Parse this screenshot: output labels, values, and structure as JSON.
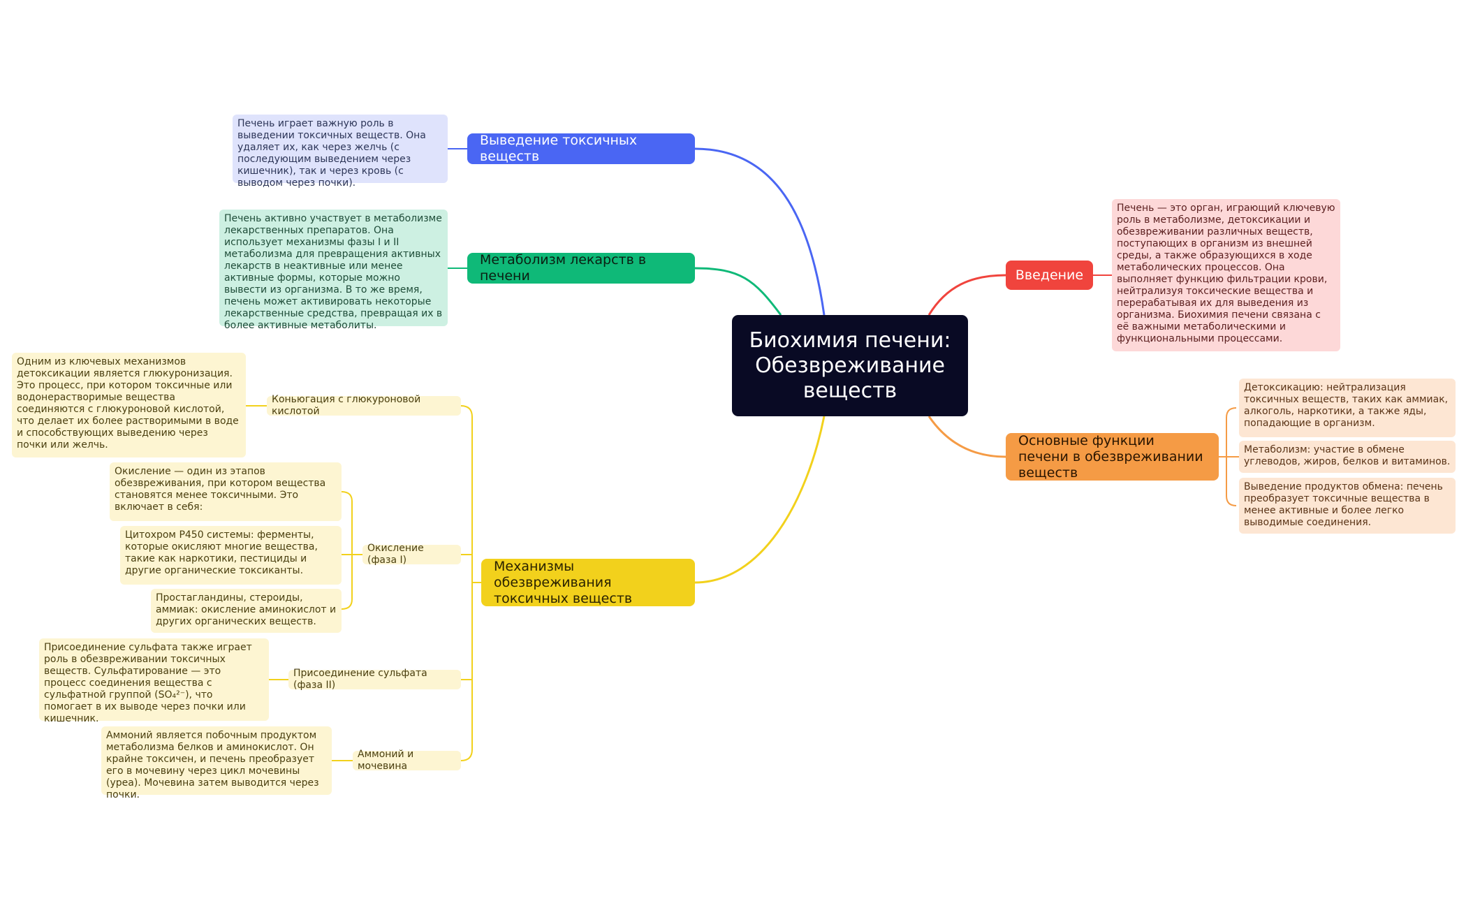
{
  "central": {
    "title": "Биохимия печени: Обезвреживание веществ"
  },
  "colors": {
    "background": "#ffffff",
    "central": "#090a24",
    "blue": "#4a66f3",
    "green": "#0fb978",
    "yellow": "#f2d11c",
    "red": "#f0443d",
    "orange": "#f59b45"
  },
  "branches": {
    "excretion": {
      "label": "Выведение токсичных веществ",
      "note": "Печень играет важную роль в выведении токсичных веществ. Она удаляет их, как через желчь (с последующим выведением через кишечник), так и через кровь (с выводом через почки)."
    },
    "drug_metabolism": {
      "label": "Метаболизм лекарств в печени",
      "note": "Печень активно участвует в метаболизме лекарственных препаратов. Она использует механизмы фазы I и II метаболизма для превращения активных лекарств в неактивные или менее активные формы, которые можно вывести из организма. В то же время, печень может активировать некоторые лекарственные средства, превращая их в более активные метаболиты."
    },
    "introduction": {
      "label": "Введение",
      "note": "Печень — это орган, играющий ключевую роль в метаболизме, детоксикации и обезвреживании различных веществ, поступающих в организм из внешней среды, а также образующихся в ходе метаболических процессов. Она выполняет функцию фильтрации крови, нейтрализуя токсические вещества и перерабатывая их для выведения из организма. Биохимия печени связана с её важными метаболическими и функциональными процессами."
    },
    "functions": {
      "label": "Основные функции печени в обезвреживании веществ",
      "notes": [
        "Детоксикацию: нейтрализация токсичных веществ, таких как аммиак, алкоголь, наркотики, а также яды, попадающие в организм.",
        "Метаболизм: участие в обмене углеводов, жиров, белков и витаминов.",
        "Выведение продуктов обмена: печень преобразует токсичные вещества в менее активные и более легко выводимые соединения."
      ]
    },
    "mechanisms": {
      "label": "Механизмы обезвреживания токсичных веществ",
      "subs": {
        "conjugation": {
          "label": "Коньюгация с глюкуроновой кислотой",
          "note": "Одним из ключевых механизмов детоксикации является глюкуронизация. Это процесс, при котором токсичные или водонерастворимые вещества соединяются с глюкуроновой кислотой, что делает их более растворимыми в воде и способствующих выведению через почки или желчь."
        },
        "oxidation": {
          "label": "Окисление (фаза I)",
          "notes": [
            "Окисление — один из этапов обезвреживания, при котором вещества становятся менее токсичными. Это включает в себя:",
            "Цитохром P450 системы: ферменты, которые окисляют многие вещества, такие как наркотики, пестициды и другие органические токсиканты.",
            "Простагландины, стероиды, аммиак: окисление аминокислот и других органических веществ."
          ]
        },
        "sulfate": {
          "label": "Присоединение сульфата (фаза II)",
          "note": "Присоединение сульфата также играет роль в обезвреживании токсичных веществ. Сульфатирование — это процесс соединения вещества с сульфатной группой (SO₄²⁻), что помогает в их выводе через почки или кишечник."
        },
        "ammonia": {
          "label": "Аммоний и мочевина",
          "note": "Аммоний является побочным продуктом метаболизма белков и аминокислот. Он крайне токсичен, и печень преобразует его в мочевину через цикл мочевины (уреа). Мочевина затем выводится через почки."
        }
      }
    }
  }
}
